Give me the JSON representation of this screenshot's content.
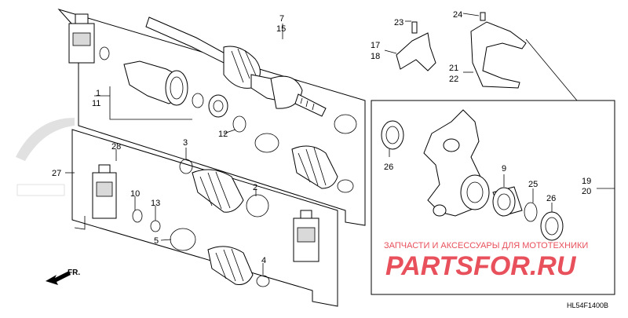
{
  "diagram": {
    "code": "HL54F1400B",
    "direction": "FR.",
    "watermark": {
      "line1": "ЗАПЧАСТИ И АКСЕССУАРЫ ДЛЯ МОТОТЕХНИКИ",
      "line2": "PARTSFOR.RU",
      "color": "#e8505b"
    },
    "callouts": {
      "c1": "1",
      "c11": "11",
      "c7": "7",
      "c15": "15",
      "c12": "12",
      "c3": "3",
      "c28": "28",
      "c27": "27",
      "c10": "10",
      "c13": "13",
      "c5": "5",
      "c2": "2",
      "c4": "4",
      "c23": "23",
      "c24": "24",
      "c17": "17",
      "c18": "18",
      "c21": "21",
      "c22": "22",
      "c26a": "26",
      "c9": "9",
      "c25": "25",
      "c26b": "26",
      "c19": "19",
      "c20": "20"
    }
  }
}
